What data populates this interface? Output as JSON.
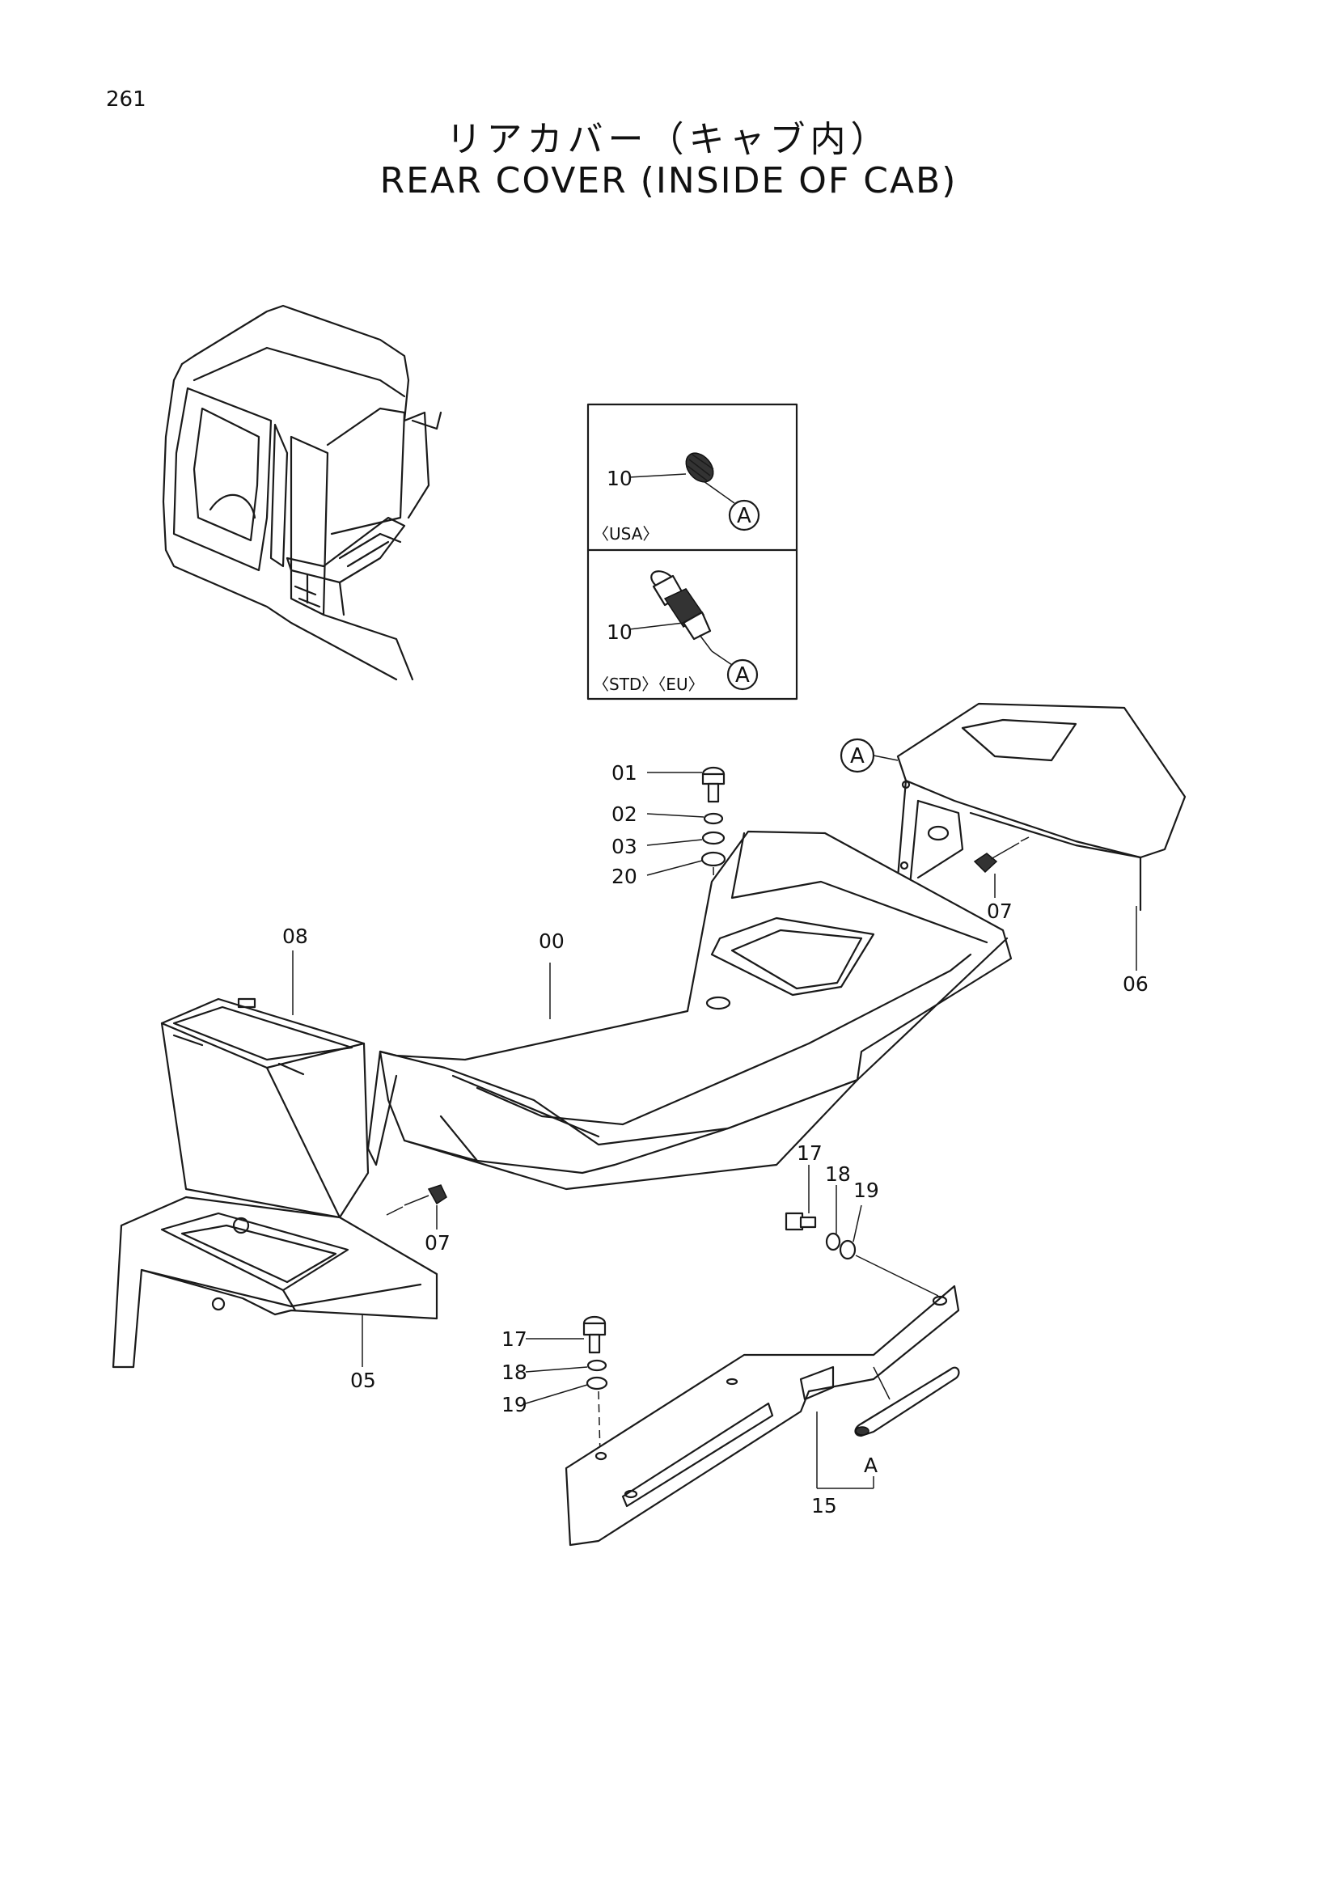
{
  "page_number": "261",
  "title_jp": "リアカバー（キャブ内）",
  "title_en": "REAR COVER (INSIDE OF CAB)",
  "inset": {
    "upper": {
      "part": "10",
      "ref": "A",
      "region": "〈USA〉"
    },
    "lower": {
      "part": "10",
      "ref": "A",
      "region": "〈STD〉〈EU〉"
    }
  },
  "callouts": {
    "c01": "01",
    "c02": "02",
    "c03": "03",
    "c20": "20",
    "c00": "00",
    "c08": "08",
    "c06": "06",
    "c07a": "07",
    "c07b": "07",
    "c05": "05",
    "c17a": "17",
    "c18a": "18",
    "c19a": "19",
    "c17b": "17",
    "c18b": "18",
    "c19b": "19",
    "c15": "15",
    "refA1": "A",
    "refA2": "A"
  }
}
